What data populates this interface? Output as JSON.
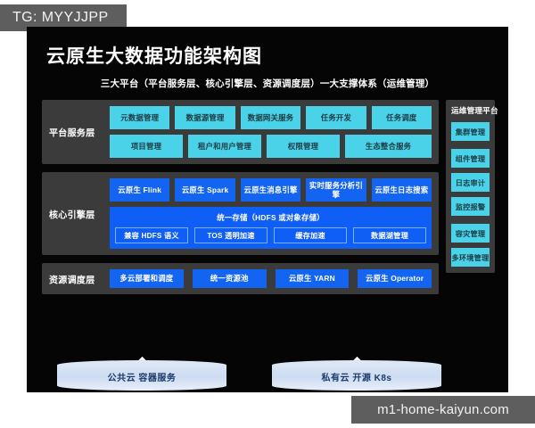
{
  "overlay": {
    "tg_tag": "TG: MYYJJPP",
    "watermark": "m1-home-kaiyun.com"
  },
  "diagram": {
    "title": "云原生大数据功能架构图",
    "subtitle": "三大平台（平台服务层、核心引擎层、资源调度层）一大支撑体系（运维管理）",
    "colors": {
      "background": "#050505",
      "panel": "#3b3b3b",
      "cyan": "#4ad2e8",
      "blue": "#1364f0",
      "storage": "#0f5ef5",
      "cylinder": "#cddcf1",
      "tag": "#5e5e5e"
    }
  },
  "layers": [
    {
      "label": "平台服务层",
      "rows": [
        [
          {
            "text": "元数据管理",
            "style": "cyan"
          },
          {
            "text": "数据源管理",
            "style": "cyan"
          },
          {
            "text": "数据网关服务",
            "style": "cyan"
          },
          {
            "text": "任务开发",
            "style": "cyan"
          },
          {
            "text": "任务调度",
            "style": "cyan"
          }
        ],
        [
          {
            "text": "项目管理",
            "style": "cyan"
          },
          {
            "text": "租户和用户管理",
            "style": "cyan"
          },
          {
            "text": "权限管理",
            "style": "cyan"
          },
          {
            "text": "生态整合服务",
            "style": "cyan"
          }
        ]
      ]
    },
    {
      "label": "核心引擎层",
      "rows": [
        [
          {
            "text": "云原生 Flink",
            "style": "blue"
          },
          {
            "text": "云原生 Spark",
            "style": "blue"
          },
          {
            "text": "云原生消息引擎",
            "style": "blue"
          },
          {
            "text": "实时服务分析引擎",
            "style": "blue"
          },
          {
            "text": "云原生日志搜索",
            "style": "blue"
          }
        ]
      ],
      "storage": {
        "title": "统一存储（HDFS 或对象存储）",
        "items": [
          "兼容 HDFS 语义",
          "TOS 透明加速",
          "缓存加速",
          "数据湖管理"
        ]
      }
    },
    {
      "label": "资源调度层",
      "rows": [
        [
          {
            "text": "多云部署和调度",
            "style": "blue"
          },
          {
            "text": "统一资源池",
            "style": "blue"
          },
          {
            "text": "云原生 YARN",
            "style": "blue"
          },
          {
            "text": "云原生 Operator",
            "style": "blue"
          }
        ]
      ]
    }
  ],
  "ops_platform": {
    "title": "运维管理平台",
    "items": [
      "集群管理",
      "组件管理",
      "日志审计",
      "监控报警",
      "容灾管理",
      "多环境管理"
    ]
  },
  "infrastructure": [
    {
      "text": "公共云 容器服务"
    },
    {
      "text": "私有云 开源 K8s"
    }
  ]
}
